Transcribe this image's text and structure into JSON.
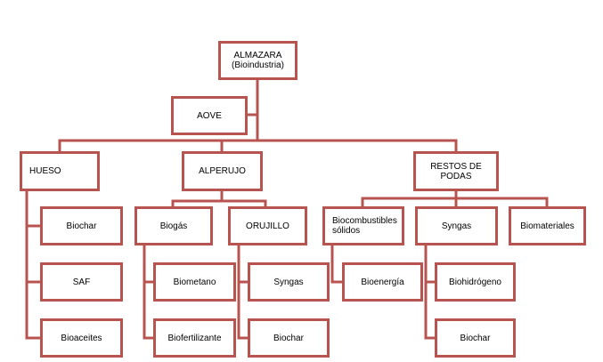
{
  "colors": {
    "stroke": "#b85450",
    "box_fill": "#ffffff",
    "text": "#000000"
  },
  "nodes": {
    "almazara": {
      "line1": "ALMAZARA",
      "line2": "(Bioindustria)"
    },
    "aove": "AOVE",
    "hueso": "HUESO",
    "alperujo": "ALPERUJO",
    "restos": "RESTOS DE PODAS",
    "biochar_hueso": "Biochar",
    "saf": "SAF",
    "bioaceites": "Bioaceites",
    "biogas": "Biogás",
    "orujillo": "ORUJILLO",
    "biometano": "Biometano",
    "biofertilizante": "Biofertilizante",
    "syngas_orujillo": "Syngas",
    "biochar_orujillo": "Biochar",
    "biocombustibles": "Biocombustibles sólidos",
    "syngas_restos": "Syngas",
    "biomateriales": "Biomateriales",
    "bioenergia": "Bioenergía",
    "biohidrogeno": "Biohidrógeno",
    "biochar_restos": "Biochar"
  }
}
